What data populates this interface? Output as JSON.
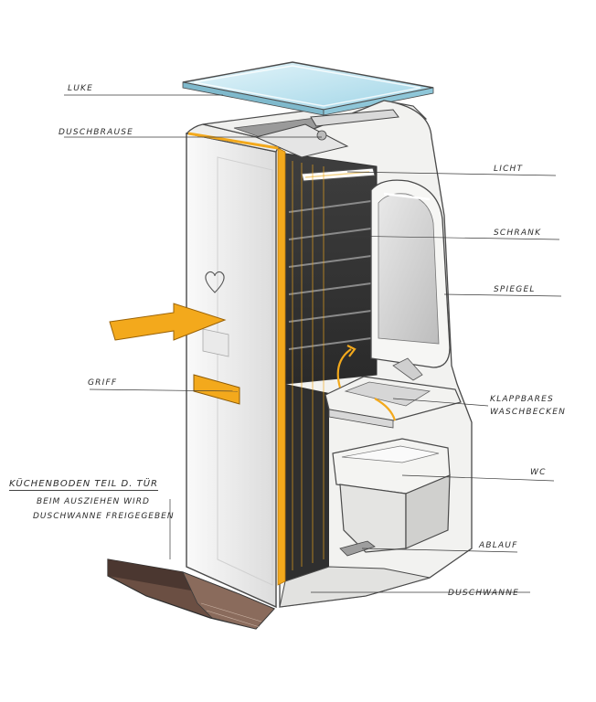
{
  "labels": {
    "luke": "LUKE",
    "duschbrause": "DUSCHBRAUSE",
    "licht": "LICHT",
    "schrank": "SCHRANK",
    "spiegel": "SPIEGEL",
    "griff": "GRIFF",
    "klappbares_line1": "KLAPPBARES",
    "klappbares_line2": "WASCHBECKEN",
    "wc": "WC",
    "ablauf": "ABLAUF",
    "duschwanne": "DUSCHWANNE"
  },
  "note": {
    "title": "KÜCHENBODEN TEIL D. TÜR",
    "line1": "BEIM AUSZIEHEN WIRD",
    "line2": "DUSCHWANNE FREIGEGEBEN"
  },
  "colors": {
    "accent": "#f3a91c",
    "body": "#f4f4f2",
    "outline": "#4a4a4a",
    "glass": "#bfe3ef",
    "floor": "#5a4238"
  }
}
